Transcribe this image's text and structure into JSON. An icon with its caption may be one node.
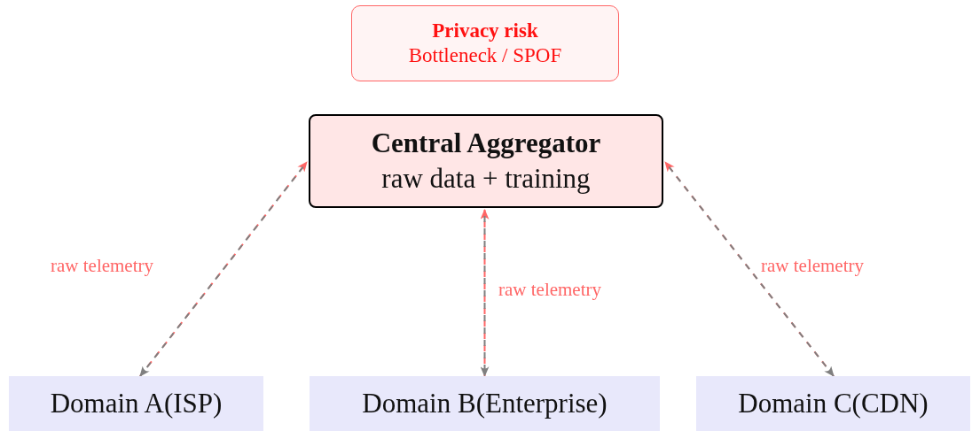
{
  "diagram": {
    "nodes": [
      {
        "text": [
          "Privacy risk",
          "Bottleneck / SPOF"
        ]
      },
      {
        "text": [
          "Central Aggregator",
          "raw data + training"
        ]
      },
      {
        "text": [
          "Domain A(ISP)"
        ]
      },
      {
        "text": [
          "Domain B(Enterprise)"
        ]
      },
      {
        "text": [
          "Domain C(CDN)"
        ]
      }
    ],
    "edges": [
      {
        "from": 2,
        "to": 1,
        "arrow": "to",
        "label": "raw telemetry",
        "style": "dashed",
        "color": "#ff6666"
      },
      {
        "from": 1,
        "to": 2,
        "arrow": "to",
        "style": "dashed",
        "color": "#808080"
      },
      {
        "from": 3,
        "to": 1,
        "arrow": "to",
        "label": "raw telemetry",
        "style": "dashed",
        "color": "#ff6666"
      },
      {
        "from": 1,
        "to": 3,
        "arrow": "to",
        "style": "dashed",
        "color": "#808080"
      },
      {
        "from": 4,
        "to": 1,
        "arrow": "to",
        "label": "raw telemetry",
        "style": "dashed",
        "color": "#ff6666"
      },
      {
        "from": 1,
        "to": 4,
        "arrow": "to",
        "style": "dashed",
        "color": "#808080"
      }
    ]
  }
}
